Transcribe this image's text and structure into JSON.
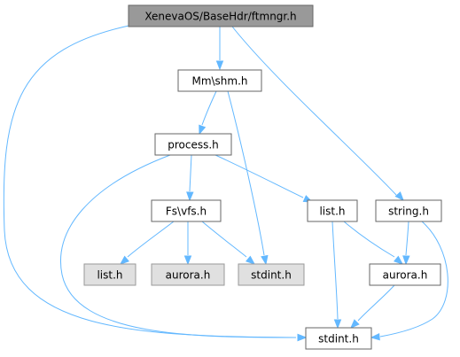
{
  "colors": {
    "edge": "#63b8ff",
    "root_fill": "#999999",
    "root_stroke": "#666666",
    "node_fill": "#ffffff",
    "node_stroke": "#666666",
    "missing_fill": "#e0e0e0",
    "missing_stroke": "#999999"
  },
  "nodes": [
    {
      "id": "root",
      "label": "XenevaOS/BaseHdr/ftmngr.h",
      "kind": "root"
    },
    {
      "id": "shm",
      "label": "Mm\\shm.h",
      "kind": "normal"
    },
    {
      "id": "process",
      "label": "process.h",
      "kind": "normal"
    },
    {
      "id": "vfs",
      "label": "Fs\\vfs.h",
      "kind": "normal"
    },
    {
      "id": "list_a",
      "label": "list.h",
      "kind": "normal"
    },
    {
      "id": "string",
      "label": "string.h",
      "kind": "normal"
    },
    {
      "id": "list_b",
      "label": "list.h",
      "kind": "missing"
    },
    {
      "id": "aurora_b",
      "label": "aurora.h",
      "kind": "missing"
    },
    {
      "id": "stdint_b",
      "label": "stdint.h",
      "kind": "missing"
    },
    {
      "id": "aurora_a",
      "label": "aurora.h",
      "kind": "normal"
    },
    {
      "id": "stdint_a",
      "label": "stdint.h",
      "kind": "normal"
    }
  ],
  "edges": [
    {
      "from": "root",
      "to": "shm"
    },
    {
      "from": "root",
      "to": "string"
    },
    {
      "from": "root",
      "to": "stdint_a"
    },
    {
      "from": "shm",
      "to": "process"
    },
    {
      "from": "shm",
      "to": "stdint_b"
    },
    {
      "from": "process",
      "to": "vfs"
    },
    {
      "from": "process",
      "to": "list_a"
    },
    {
      "from": "process",
      "to": "stdint_a"
    },
    {
      "from": "vfs",
      "to": "list_b"
    },
    {
      "from": "vfs",
      "to": "aurora_b"
    },
    {
      "from": "vfs",
      "to": "stdint_b"
    },
    {
      "from": "list_a",
      "to": "aurora_a"
    },
    {
      "from": "list_a",
      "to": "stdint_a"
    },
    {
      "from": "string",
      "to": "aurora_a"
    },
    {
      "from": "string",
      "to": "stdint_a"
    },
    {
      "from": "aurora_a",
      "to": "stdint_a"
    }
  ]
}
